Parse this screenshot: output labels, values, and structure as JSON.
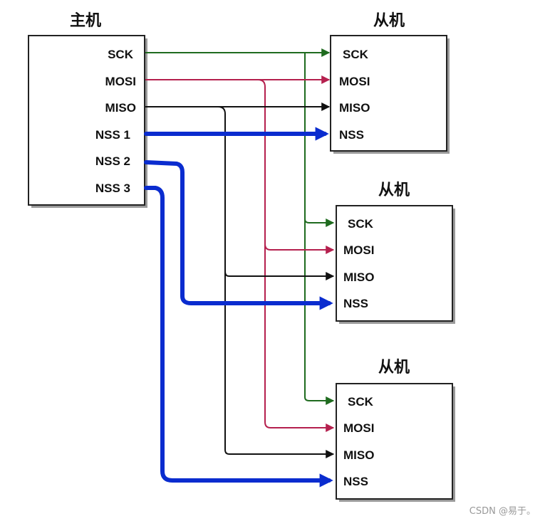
{
  "master": {
    "title": "主机",
    "pins": [
      "SCK",
      "MOSI",
      "MISO",
      "NSS 1",
      "NSS 2",
      "NSS 3"
    ]
  },
  "slaves": [
    {
      "title": "从机",
      "pins": [
        "SCK",
        "MOSI",
        "MISO",
        "NSS"
      ]
    },
    {
      "title": "从机",
      "pins": [
        "SCK",
        "MOSI",
        "MISO",
        "NSS"
      ]
    },
    {
      "title": "从机",
      "pins": [
        "SCK",
        "MOSI",
        "MISO",
        "NSS"
      ]
    }
  ],
  "colors": {
    "sck": "#1f6b1f",
    "mosi": "#b5204e",
    "miso": "#111111",
    "nss": "#0a2ccf"
  },
  "watermark": "CSDN @易于。"
}
